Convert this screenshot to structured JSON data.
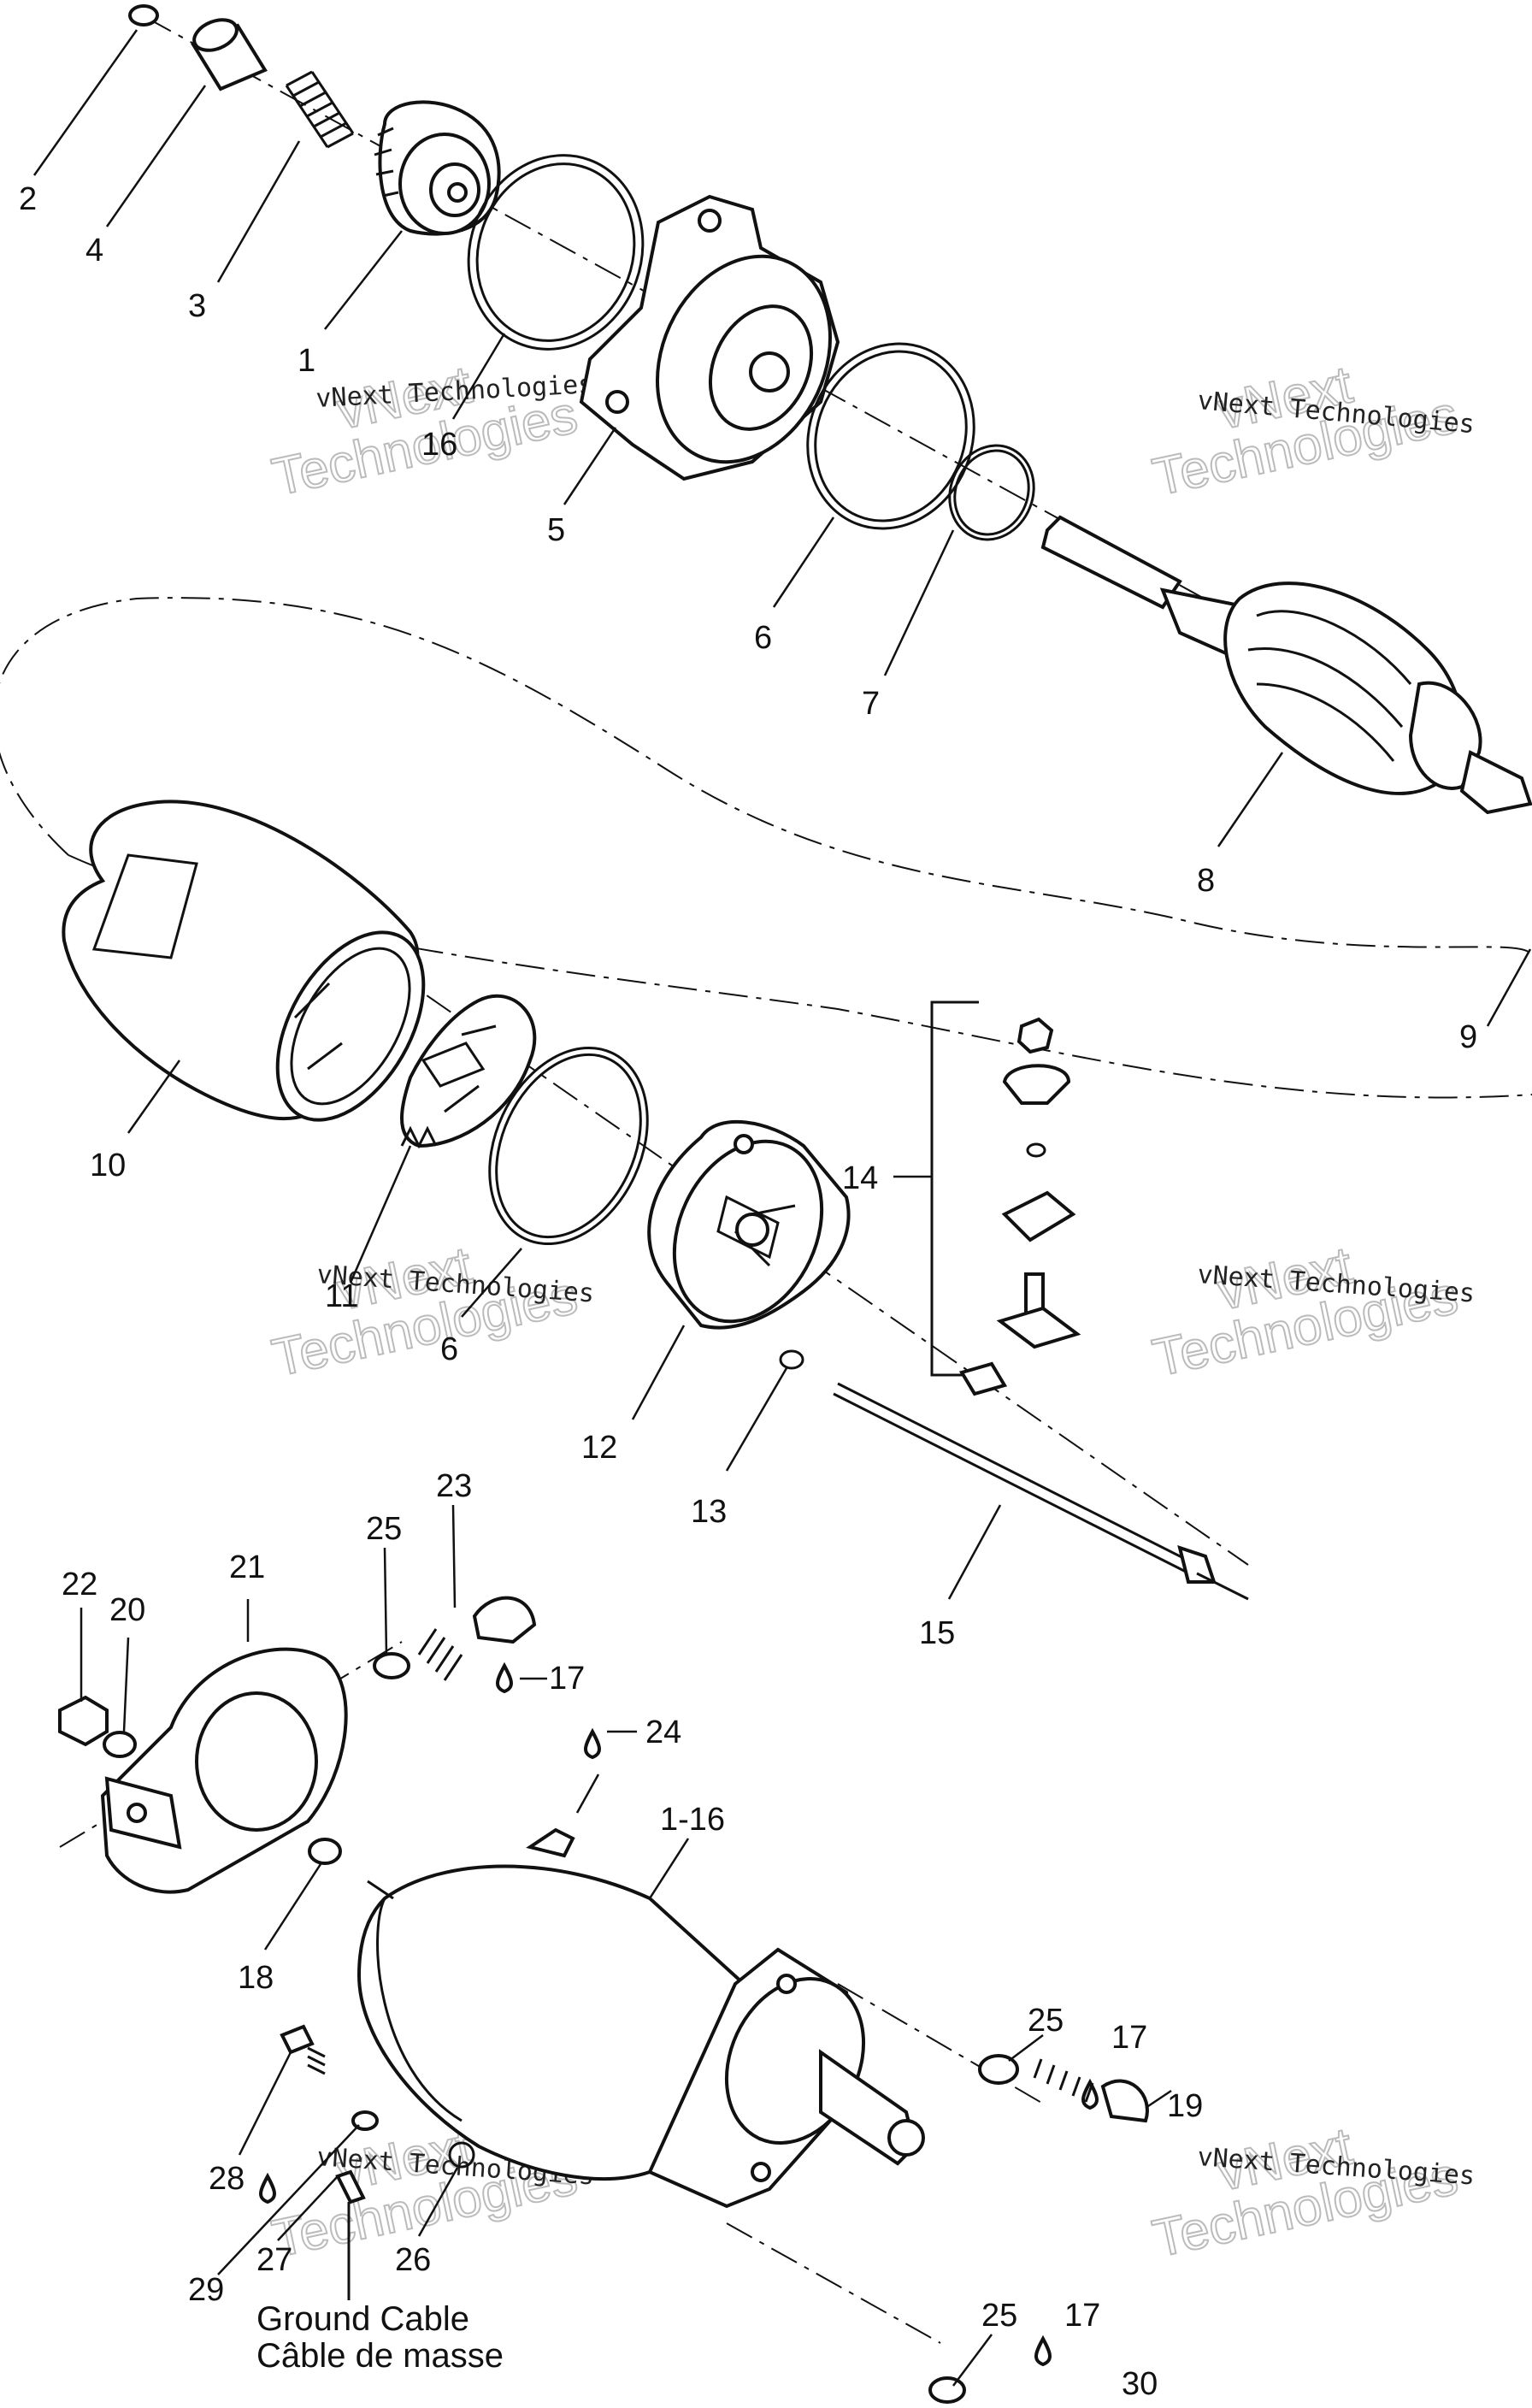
{
  "diagram": {
    "labels": {
      "p1": "1",
      "p2": "2",
      "p3": "3",
      "p4": "4",
      "p5": "5",
      "p6a": "6",
      "p6b": "6",
      "p7": "7",
      "p8": "8",
      "p9": "9",
      "p10": "10",
      "p11": "11",
      "p12": "12",
      "p13": "13",
      "p14": "14",
      "p15": "15",
      "p16": "16",
      "p17a": "17",
      "p17b": "17",
      "p17c": "17",
      "p18": "18",
      "p19": "19",
      "p20": "20",
      "p21": "21",
      "p22": "22",
      "p23": "23",
      "p24": "24",
      "p25a": "25",
      "p25b": "25",
      "p25c": "25",
      "p26": "26",
      "p27": "27",
      "p28": "28",
      "p29": "29",
      "p30": "30",
      "p1_16": "1-16"
    },
    "ground_cable": {
      "line1": "Ground Cable",
      "line2": "Câble de masse"
    },
    "watermark": {
      "small": "vNext Technologies",
      "big_line1": "vNext",
      "big_line2": "Technologies"
    }
  }
}
